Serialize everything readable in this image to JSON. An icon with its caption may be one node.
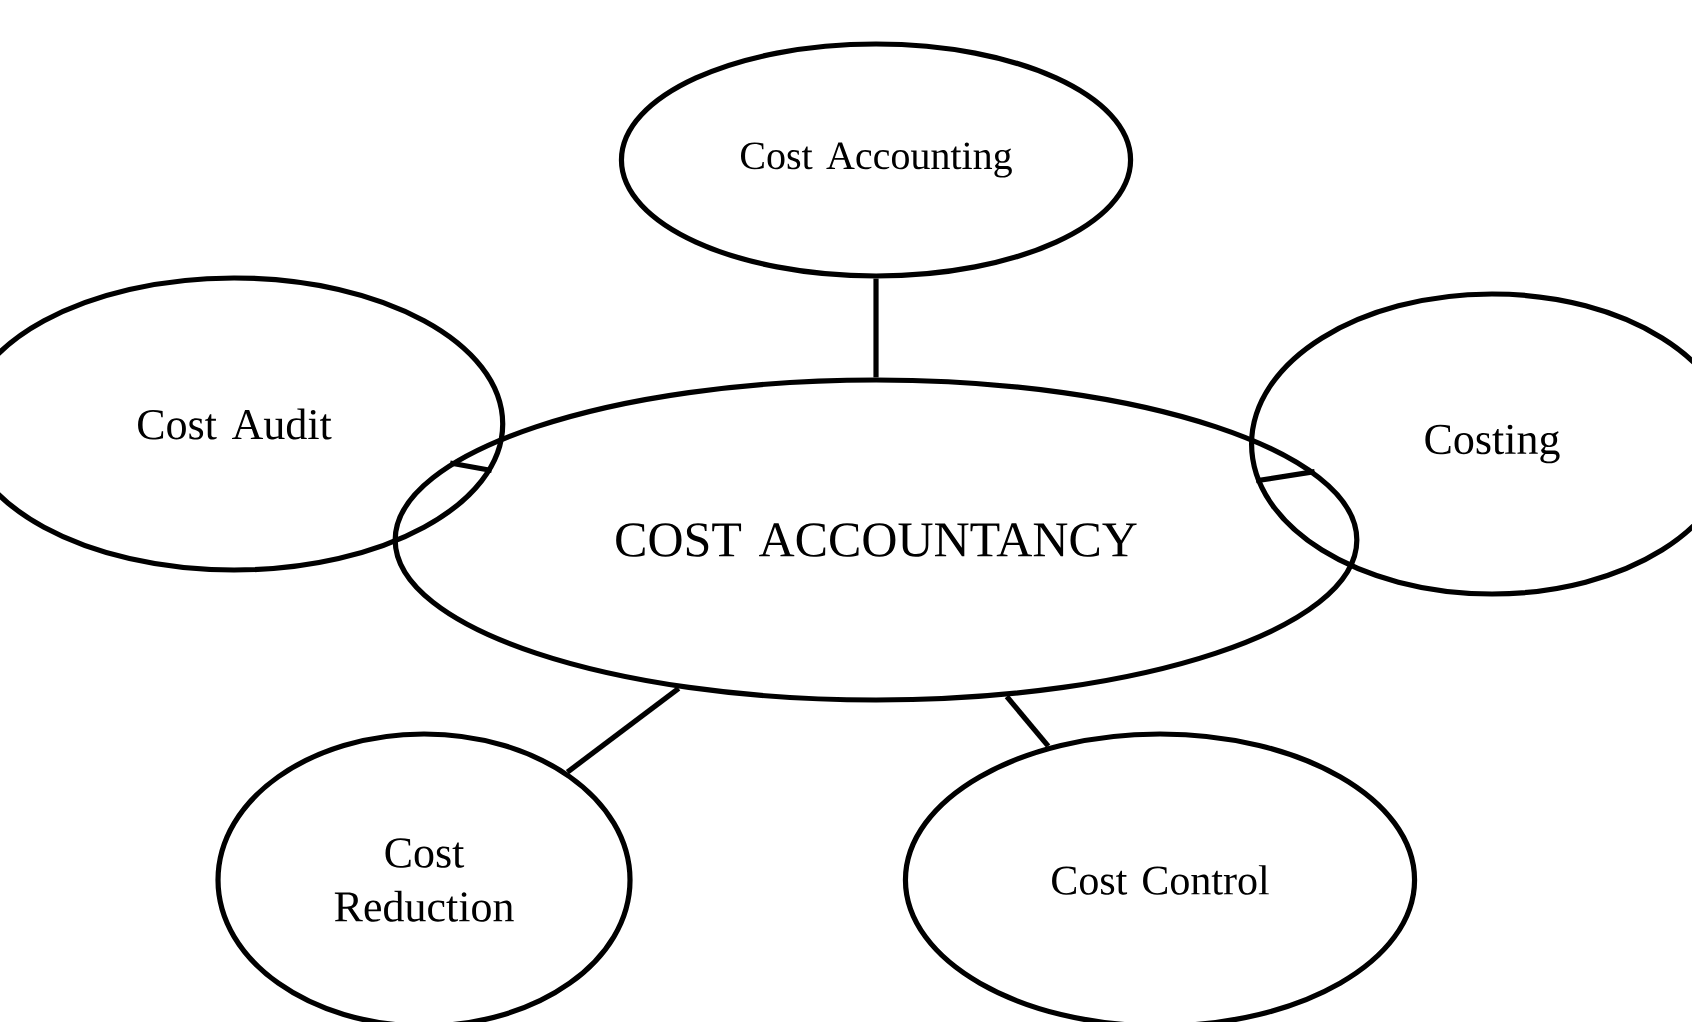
{
  "diagram": {
    "nodes": [
      {
        "text": [
          "Cost Accounting"
        ]
      },
      {
        "text": [
          "Cost Audit"
        ]
      },
      {
        "text": [
          "COST ACCOUNTANCY"
        ]
      },
      {
        "text": [
          "Costing"
        ]
      },
      {
        "text": [
          "Cost Reduction"
        ]
      },
      {
        "text": [
          "Cost Control"
        ]
      }
    ],
    "edges": [
      {
        "from": 2,
        "to": 0,
        "arrow": "none"
      },
      {
        "from": 2,
        "to": 1,
        "arrow": "none"
      },
      {
        "from": 2,
        "to": 3,
        "arrow": "none"
      },
      {
        "from": 2,
        "to": 4,
        "arrow": "none"
      },
      {
        "from": 2,
        "to": 5,
        "arrow": "none"
      }
    ]
  }
}
